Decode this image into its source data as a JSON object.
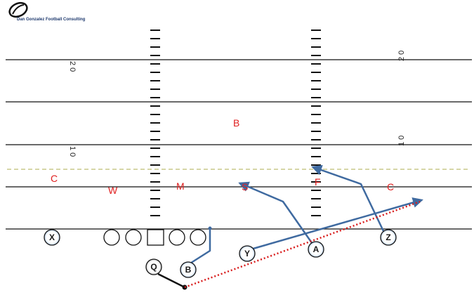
{
  "logo": {
    "text": "Dan Gonzalez Football Consulting",
    "icon": "football-logo-icon"
  },
  "yard_numbers": {
    "twenty": "2 0",
    "ten": "1 0"
  },
  "defense": [
    {
      "id": "def-b",
      "label": "B"
    },
    {
      "id": "def-c-left",
      "label": "C"
    },
    {
      "id": "def-w",
      "label": "W"
    },
    {
      "id": "def-m",
      "label": "M"
    },
    {
      "id": "def-s",
      "label": "S"
    },
    {
      "id": "def-f",
      "label": "F"
    },
    {
      "id": "def-c-right",
      "label": "C"
    }
  ],
  "offense": [
    {
      "id": "off-x",
      "label": "X"
    },
    {
      "id": "off-y",
      "label": "Y"
    },
    {
      "id": "off-a",
      "label": "A"
    },
    {
      "id": "off-z",
      "label": "Z"
    },
    {
      "id": "off-q",
      "label": "Q"
    },
    {
      "id": "off-b",
      "label": "B"
    }
  ],
  "colors": {
    "route": "#3f6aa0",
    "defense": "#e02020",
    "pass_path": "#d81b1b",
    "target_line": "#c9c98a",
    "player_ring": "#bcd3ef"
  }
}
